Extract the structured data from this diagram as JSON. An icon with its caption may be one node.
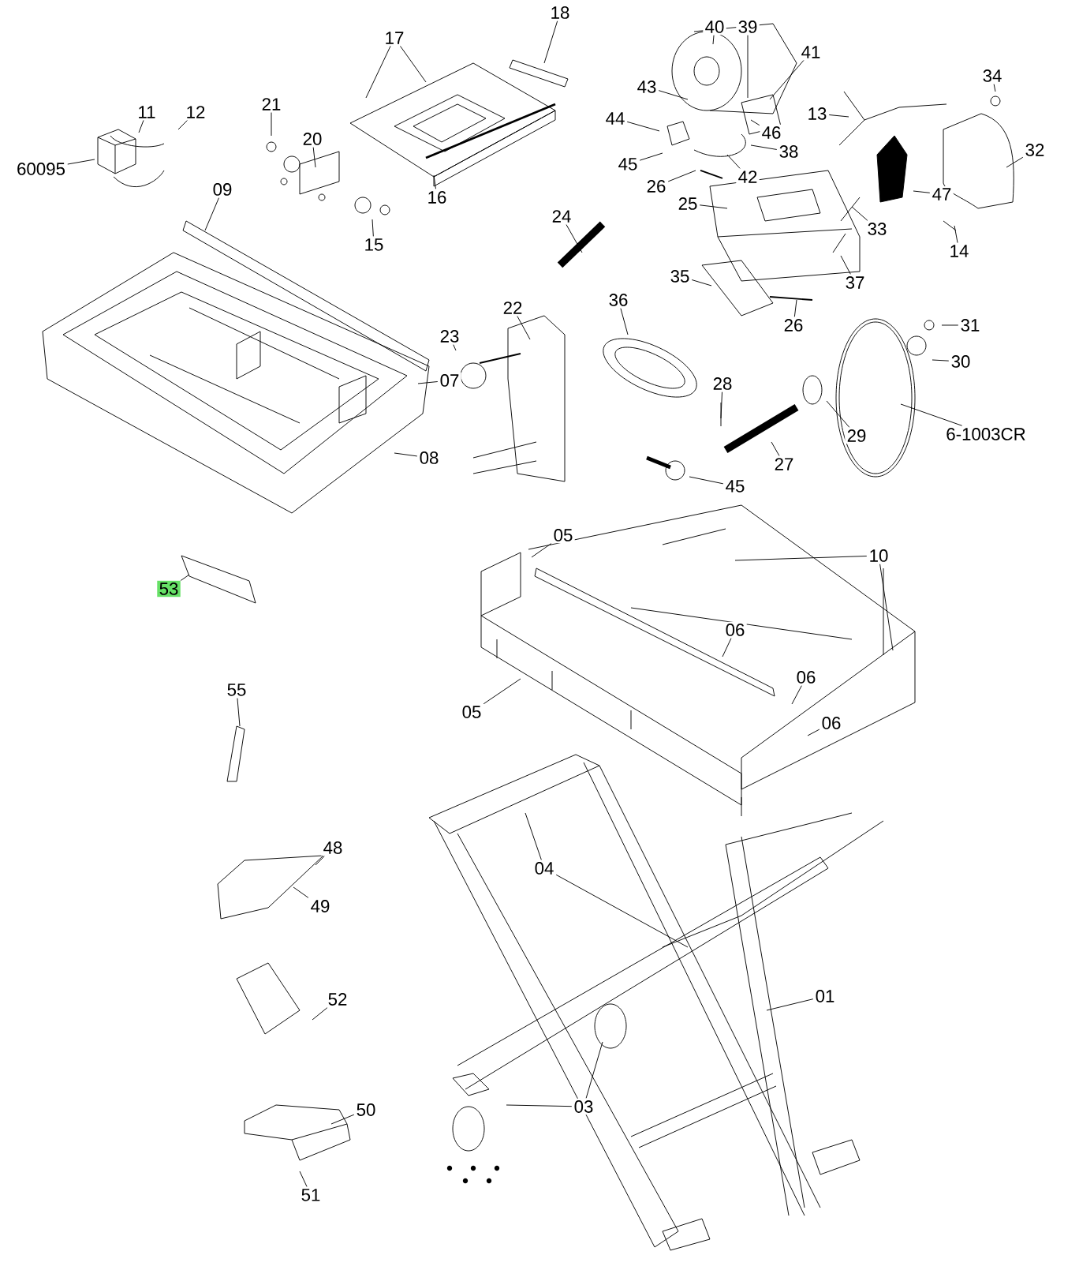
{
  "diagram": {
    "nodes": [
      {
        "text": [
          "17"
        ]
      },
      {
        "text": [
          "18"
        ]
      },
      {
        "text": [
          "11"
        ]
      },
      {
        "text": [
          "12"
        ]
      },
      {
        "text": [
          "60095"
        ]
      },
      {
        "text": [
          "21"
        ]
      },
      {
        "text": [
          "20"
        ]
      },
      {
        "text": [
          "16"
        ]
      },
      {
        "text": [
          "15"
        ]
      },
      {
        "text": [
          "09"
        ]
      },
      {
        "text": [
          "07"
        ]
      },
      {
        "text": [
          "08"
        ]
      },
      {
        "text": [
          "22"
        ]
      },
      {
        "text": [
          "23"
        ]
      },
      {
        "text": [
          "40"
        ]
      },
      {
        "text": [
          "39"
        ]
      },
      {
        "text": [
          "41"
        ]
      },
      {
        "text": [
          "43"
        ]
      },
      {
        "text": [
          "44"
        ]
      },
      {
        "text": [
          "46"
        ]
      },
      {
        "text": [
          "38"
        ]
      },
      {
        "text": [
          "45"
        ]
      },
      {
        "text": [
          "42"
        ]
      },
      {
        "text": [
          "26"
        ]
      },
      {
        "text": [
          "25"
        ]
      },
      {
        "text": [
          "13"
        ]
      },
      {
        "text": [
          "34"
        ]
      },
      {
        "text": [
          "32"
        ]
      },
      {
        "text": [
          "47"
        ]
      },
      {
        "text": [
          "33"
        ]
      },
      {
        "text": [
          "14"
        ]
      },
      {
        "text": [
          "37"
        ]
      },
      {
        "text": [
          "24"
        ]
      },
      {
        "text": [
          "35"
        ]
      },
      {
        "text": [
          "26"
        ]
      },
      {
        "text": [
          "36"
        ]
      },
      {
        "text": [
          "31"
        ]
      },
      {
        "text": [
          "30"
        ]
      },
      {
        "text": [
          "28"
        ]
      },
      {
        "text": [
          "29"
        ]
      },
      {
        "text": [
          "6-1003CR"
        ]
      },
      {
        "text": [
          "27"
        ]
      },
      {
        "text": [
          "45"
        ]
      },
      {
        "text": [
          "05"
        ]
      },
      {
        "text": [
          "10"
        ]
      },
      {
        "text": [
          "53"
        ]
      },
      {
        "text": [
          "06"
        ]
      },
      {
        "text": [
          "06"
        ]
      },
      {
        "text": [
          "06"
        ]
      },
      {
        "text": [
          "05"
        ]
      },
      {
        "text": [
          "55"
        ]
      },
      {
        "text": [
          "04"
        ]
      },
      {
        "text": [
          "48"
        ]
      },
      {
        "text": [
          "49"
        ]
      },
      {
        "text": [
          "52"
        ]
      },
      {
        "text": [
          "01"
        ]
      },
      {
        "text": [
          "50"
        ]
      },
      {
        "text": [
          "03"
        ]
      },
      {
        "text": [
          "51"
        ]
      }
    ],
    "edges": [
      {
        "from": 0,
        "to": null,
        "arrow": "none"
      },
      {
        "from": 0,
        "to": null,
        "arrow": "none"
      },
      {
        "from": 1,
        "to": null,
        "arrow": "none"
      },
      {
        "from": 2,
        "to": null,
        "arrow": "none"
      },
      {
        "from": 3,
        "to": null,
        "arrow": "none"
      },
      {
        "from": 4,
        "to": null,
        "arrow": "none"
      },
      {
        "from": 5,
        "to": null,
        "arrow": "none"
      },
      {
        "from": 6,
        "to": null,
        "arrow": "none"
      },
      {
        "from": 7,
        "to": null,
        "arrow": "none"
      },
      {
        "from": 8,
        "to": null,
        "arrow": "none"
      },
      {
        "from": 9,
        "to": null,
        "arrow": "none"
      },
      {
        "from": 10,
        "to": null,
        "arrow": "none"
      },
      {
        "from": 11,
        "to": null,
        "arrow": "none"
      },
      {
        "from": 12,
        "to": null,
        "arrow": "none"
      },
      {
        "from": 13,
        "to": null,
        "arrow": "none"
      },
      {
        "from": 14,
        "to": null,
        "arrow": "none"
      },
      {
        "from": 15,
        "to": null,
        "arrow": "none"
      },
      {
        "from": 16,
        "to": null,
        "arrow": "none"
      },
      {
        "from": 17,
        "to": null,
        "arrow": "none"
      },
      {
        "from": 18,
        "to": null,
        "arrow": "none"
      },
      {
        "from": 19,
        "to": null,
        "arrow": "none"
      },
      {
        "from": 20,
        "to": null,
        "arrow": "none"
      },
      {
        "from": 21,
        "to": null,
        "arrow": "none"
      },
      {
        "from": 22,
        "to": null,
        "arrow": "none"
      },
      {
        "from": 23,
        "to": null,
        "arrow": "none"
      },
      {
        "from": 24,
        "to": null,
        "arrow": "none"
      },
      {
        "from": 25,
        "to": null,
        "arrow": "none"
      },
      {
        "from": 26,
        "to": null,
        "arrow": "none"
      },
      {
        "from": 27,
        "to": null,
        "arrow": "none"
      },
      {
        "from": 28,
        "to": null,
        "arrow": "none"
      },
      {
        "from": 29,
        "to": null,
        "arrow": "none"
      },
      {
        "from": 30,
        "to": null,
        "arrow": "none"
      },
      {
        "from": 31,
        "to": null,
        "arrow": "none"
      },
      {
        "from": 32,
        "to": null,
        "arrow": "none"
      },
      {
        "from": 33,
        "to": null,
        "arrow": "none"
      },
      {
        "from": 34,
        "to": null,
        "arrow": "none"
      },
      {
        "from": 35,
        "to": null,
        "arrow": "none"
      },
      {
        "from": 36,
        "to": null,
        "arrow": "none"
      },
      {
        "from": 37,
        "to": null,
        "arrow": "none"
      },
      {
        "from": 38,
        "to": null,
        "arrow": "none"
      },
      {
        "from": 39,
        "to": null,
        "arrow": "none"
      },
      {
        "from": 40,
        "to": null,
        "arrow": "none"
      },
      {
        "from": 41,
        "to": null,
        "arrow": "none"
      },
      {
        "from": 42,
        "to": null,
        "arrow": "none"
      },
      {
        "from": 43,
        "to": null,
        "arrow": "none"
      },
      {
        "from": 44,
        "to": null,
        "arrow": "none"
      },
      {
        "from": 44,
        "to": null,
        "arrow": "none"
      },
      {
        "from": 45,
        "to": null,
        "arrow": "none"
      },
      {
        "from": 46,
        "to": null,
        "arrow": "none"
      },
      {
        "from": 47,
        "to": null,
        "arrow": "none"
      },
      {
        "from": 48,
        "to": null,
        "arrow": "none"
      },
      {
        "from": 49,
        "to": null,
        "arrow": "none"
      },
      {
        "from": 50,
        "to": null,
        "arrow": "none"
      },
      {
        "from": 51,
        "to": null,
        "arrow": "none"
      },
      {
        "from": 51,
        "to": null,
        "arrow": "none"
      },
      {
        "from": 52,
        "to": null,
        "arrow": "none"
      },
      {
        "from": 53,
        "to": null,
        "arrow": "none"
      },
      {
        "from": 54,
        "to": null,
        "arrow": "none"
      },
      {
        "from": 55,
        "to": null,
        "arrow": "none"
      },
      {
        "from": 56,
        "to": null,
        "arrow": "none"
      },
      {
        "from": 57,
        "to": null,
        "arrow": "none"
      },
      {
        "from": 57,
        "to": null,
        "arrow": "none"
      },
      {
        "from": 58,
        "to": null,
        "arrow": "none"
      }
    ]
  }
}
